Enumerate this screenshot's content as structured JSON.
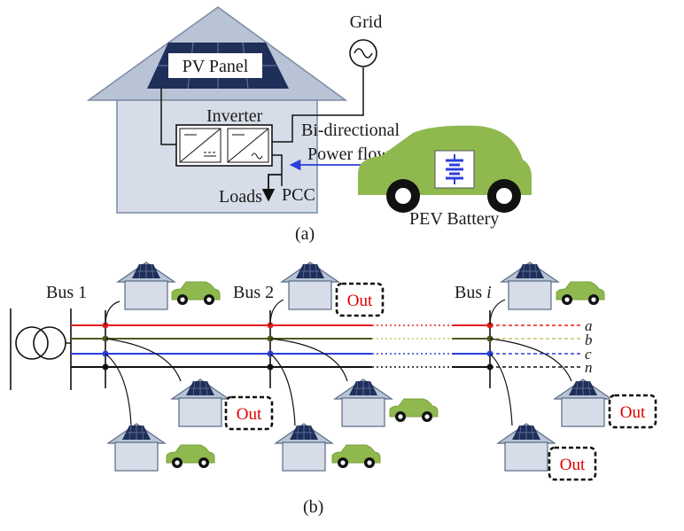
{
  "figure_a": {
    "caption": "(a)",
    "pv_panel_label": "PV Panel",
    "grid_label": "Grid",
    "inverter_label": "Inverter",
    "flow_label_line1": "Bi-directional",
    "flow_label_line2": "Power flow",
    "loads_label": "Loads",
    "pcc_label": "PCC",
    "battery_label": "PEV Battery"
  },
  "figure_b": {
    "caption": "(b)",
    "bus_1_label": "Bus 1",
    "bus_2_label": "Bus 2",
    "bus_i_prefix": "Bus ",
    "bus_i_suffix": "i",
    "phases": [
      "a",
      "b",
      "c",
      "n"
    ],
    "phase_colors": [
      "#e31e1e",
      "#4d5a1f",
      "#2b3fd8",
      "#111111"
    ],
    "out_label": "Out"
  },
  "colors": {
    "house_wall": "#d6dde8",
    "house_roof": "#b8c4d6",
    "house_outline": "#5b6a84",
    "solar_panel": "#1f2f5a",
    "car_body": "#8fb84e",
    "flow_arrow": "#2b3fd8",
    "out_text": "#e00000"
  }
}
